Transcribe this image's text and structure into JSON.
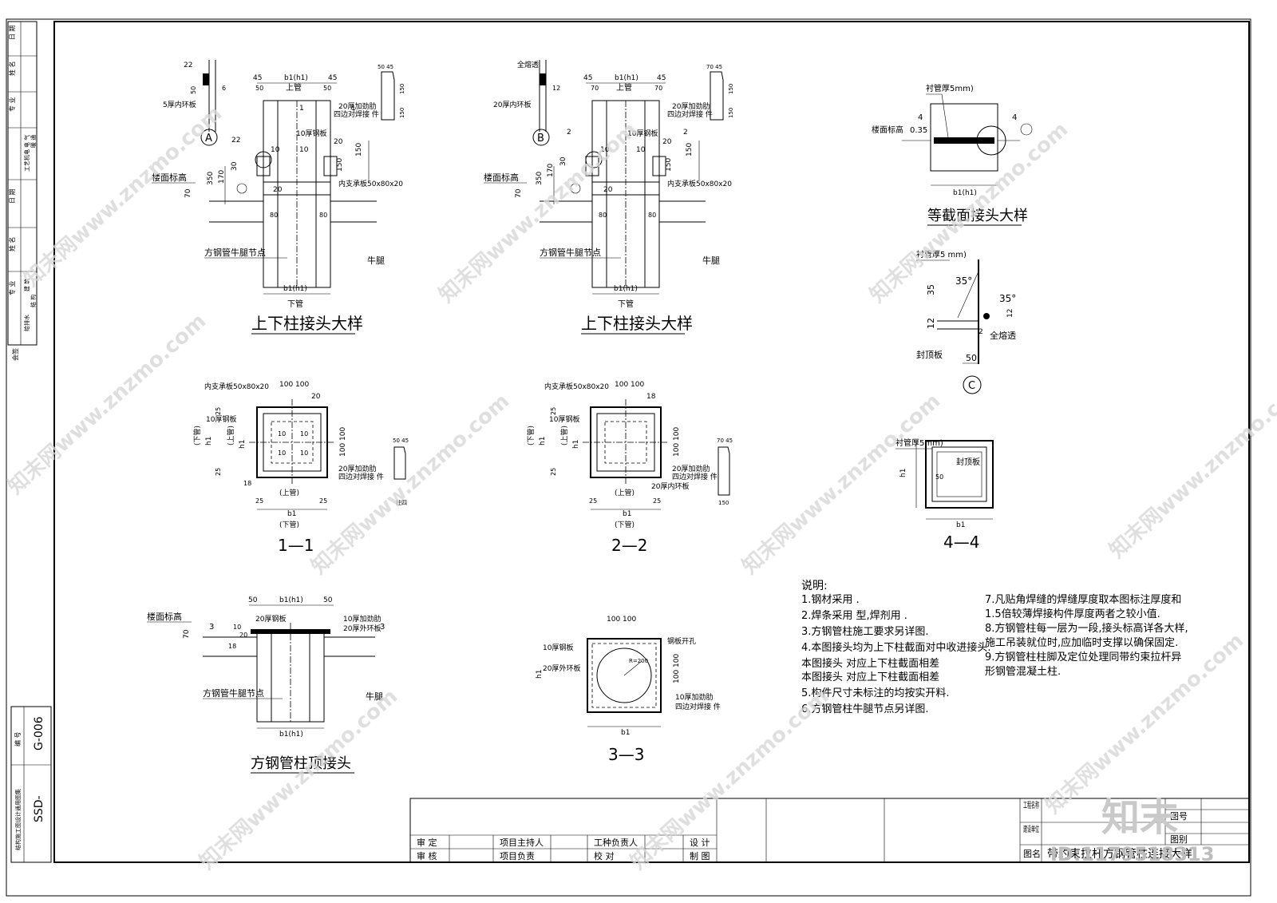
{
  "watermark": {
    "site": "知末网www.znzmo.com",
    "logo": "知末",
    "id": "ID:1179518313"
  },
  "left_strip": {
    "cells_top": [
      "日 期",
      "姓 名",
      "专 业",
      "电 气",
      "暖 通",
      "工艺机电",
      "日 期",
      "姓 名",
      "专 业",
      "建 筑",
      "结 构",
      "给排水"
    ],
    "countersign": "会签",
    "number_label": "编 号",
    "number_value": "G-006",
    "atlas_label": "结构施工图设计通用图集",
    "atlas_value": "SSD-"
  },
  "views": {
    "a": {
      "title": "上下柱接头大样",
      "detail_tag": "A",
      "labels": {
        "top_weld": "22",
        "ring": "5厚内环板",
        "floor": "楼面标高",
        "stiff": "20厚加劲肋",
        "stiff2": "四边对焊接 件",
        "plate": "10厚钢板",
        "support": "内支承板50x80x20",
        "node": "方钢管牛腿节点",
        "bracket": "牛腿",
        "upper": "上管",
        "lower": "下管",
        "b1": "b1(h1)",
        "d45a": "45",
        "d45b": "45",
        "d50a": "50",
        "d50b": "50",
        "d22": "22",
        "d10": "10",
        "d10b": "10",
        "d20": "20",
        "d20b": "20",
        "d150": "150",
        "d150b": "150",
        "d350": "350",
        "d170": "170",
        "d30": "30",
        "d70": "70",
        "d80a": "80",
        "d80b": "80",
        "d6": "6",
        "d50c": "50",
        "d5045": "50 45",
        "d150c": "150",
        "d150d": "150",
        "sec1": "1",
        "sec1b": "1"
      }
    },
    "b": {
      "title": "上下柱接头大样",
      "detail_tag": "B",
      "labels": {
        "top_weld": "全熔透",
        "ring": "20厚内环板",
        "floor": "楼面标高",
        "stiff": "20厚加劲肋",
        "stiff2": "四边对焊接 件",
        "plate": "10厚钢板",
        "support": "内支承板50x80x20",
        "node": "方钢管牛腿节点",
        "bracket": "牛腿",
        "upper": "上管",
        "lower": "下管",
        "b1": "b1(h1)",
        "d45a": "45",
        "d45b": "45",
        "d70a": "70",
        "d70b": "70",
        "d12": "12",
        "d10": "10",
        "d10b": "10",
        "d20": "20",
        "d20b": "20",
        "d150": "150",
        "d150b": "150",
        "d350": "350",
        "d170": "170",
        "d30": "30",
        "d70": "70",
        "d80a": "80",
        "d80b": "80",
        "d7045": "70 45",
        "d150c": "150",
        "d150d": "150",
        "sec2": "2",
        "sec2b": "2"
      }
    },
    "equal": {
      "title": "等截面接头大样",
      "labels": {
        "liner": "衬管厚5mm)",
        "floor": "楼面标高",
        "d035": "0.35",
        "sec4": "4",
        "sec4b": "4",
        "b1": "b1(h1)"
      }
    },
    "c": {
      "tag": "C",
      "labels": {
        "liner": "衬管厚5 mm)",
        "a35": "35°",
        "a35b": "35°",
        "d35": "35",
        "d12": "12",
        "d2": "2",
        "d12b": "12",
        "full": "全熔透",
        "cap": "封顶板",
        "d50": "50"
      }
    },
    "s11": {
      "title": "1—1",
      "labels": {
        "support": "内支承板50x80x20",
        "d100a": "100",
        "d100b": "100",
        "d20": "20",
        "d25a": "25",
        "d25b": "25",
        "d25c": "25",
        "d25d": "25",
        "plate": "10厚钢板",
        "lower": "(下管)",
        "upper": "(上管)",
        "h1": "h1",
        "h1b": "h1",
        "d100c": "100",
        "d100d": "100",
        "d10a": "10",
        "d10b": "10",
        "d10c": "10",
        "d10d": "10",
        "stiff": "20厚加劲肋",
        "stiff2": "四边对焊接 件",
        "d18": "18",
        "upper2": "(上管)",
        "b1": "b1",
        "lower2": "(下管)",
        "d5045": "50 45",
        "w": "柱四"
      }
    },
    "s22": {
      "title": "2—2",
      "labels": {
        "support": "内支承板50x80x20",
        "d100a": "100",
        "d100b": "100",
        "d18": "18",
        "d25a": "25",
        "d25b": "25",
        "d25c": "25",
        "d25d": "25",
        "plate": "10厚钢板",
        "lower": "(下管)",
        "upper": "(上管)",
        "h1": "h1",
        "h1b": "h1",
        "d100c": "100",
        "d100d": "100",
        "stiff": "20厚加劲肋",
        "stiff2": "四边对焊接 件",
        "ring": "20厚内环板",
        "upper2": "(上管)",
        "b1": "b1",
        "lower2": "(下管)",
        "d7045": "70 45",
        "d150": "150"
      }
    },
    "s44": {
      "title": "4—4",
      "labels": {
        "liner": "衬管厚5mm)",
        "cap": "封顶板",
        "h1": "h1",
        "b1": "b1",
        "d50": "50"
      }
    },
    "top": {
      "title": "方钢管柱顶接头",
      "labels": {
        "d50a": "50",
        "d50b": "50",
        "b1": "b1(h1)",
        "floor": "楼面标高",
        "d70": "70",
        "sec3": "3",
        "sec3b": "3",
        "d10": "10",
        "d20": "20",
        "plate20": "20厚钢板",
        "stiff": "10厚加劲肋",
        "ring": "20厚外环板",
        "d18": "18",
        "node": "方钢管牛腿节点",
        "bracket": "牛腿",
        "b1b": "b1(h1)"
      }
    },
    "s33": {
      "title": "3—3",
      "labels": {
        "d100a": "100",
        "d100b": "100",
        "plate": "10厚钢板",
        "hole": "钢板开孔",
        "ring": "20厚外环板",
        "h1": "h1",
        "r": "R=200",
        "d100c": "100",
        "d100d": "100",
        "stiff": "10厚加劲肋",
        "stiff2": "四边对焊接 件",
        "b1": "b1"
      }
    }
  },
  "notes": {
    "heading": "说明:",
    "left": [
      "1.钢材采用         .",
      "2.焊条采用       型,焊剂用      .",
      "3.方钢管柱施工要求另详图.",
      "4.本图接头均为上下柱截面对中收进接头.",
      "  本图接头  对应上下柱截面相差",
      "  本图接头  对应上下柱截面相差",
      "5.构件尺寸未标注的均按实开料.",
      "6.方钢管柱牛腿节点另详图."
    ],
    "right": [
      "7.凡贴角焊缝的焊缝厚度取本图标注厚度和",
      "   1.5倍较薄焊接构件厚度两者之较小值.",
      "8.方钢管柱每一层为一段,接头标高详各大样,",
      "   施工吊装就位时,应加临时支撑以确保固定.",
      "9.方钢管柱柱脚及定位处理同带约束拉杆异",
      "   形钢管混凝土柱."
    ]
  },
  "title_block": {
    "review": "审 定",
    "check": "审 核",
    "project_leader": "项目主持人",
    "project_owner": "项目负责",
    "discipline_leader": "工种负责人",
    "proof": "校  对",
    "design": "设 计",
    "draft": "制 图",
    "project_name": "工程名称",
    "client": "建设单位",
    "drawing_name_label": "图名",
    "drawing_name": "带约束拉杆方钢管柱连接大样",
    "sheet_no": "图号",
    "sheet_cat": "图别"
  }
}
